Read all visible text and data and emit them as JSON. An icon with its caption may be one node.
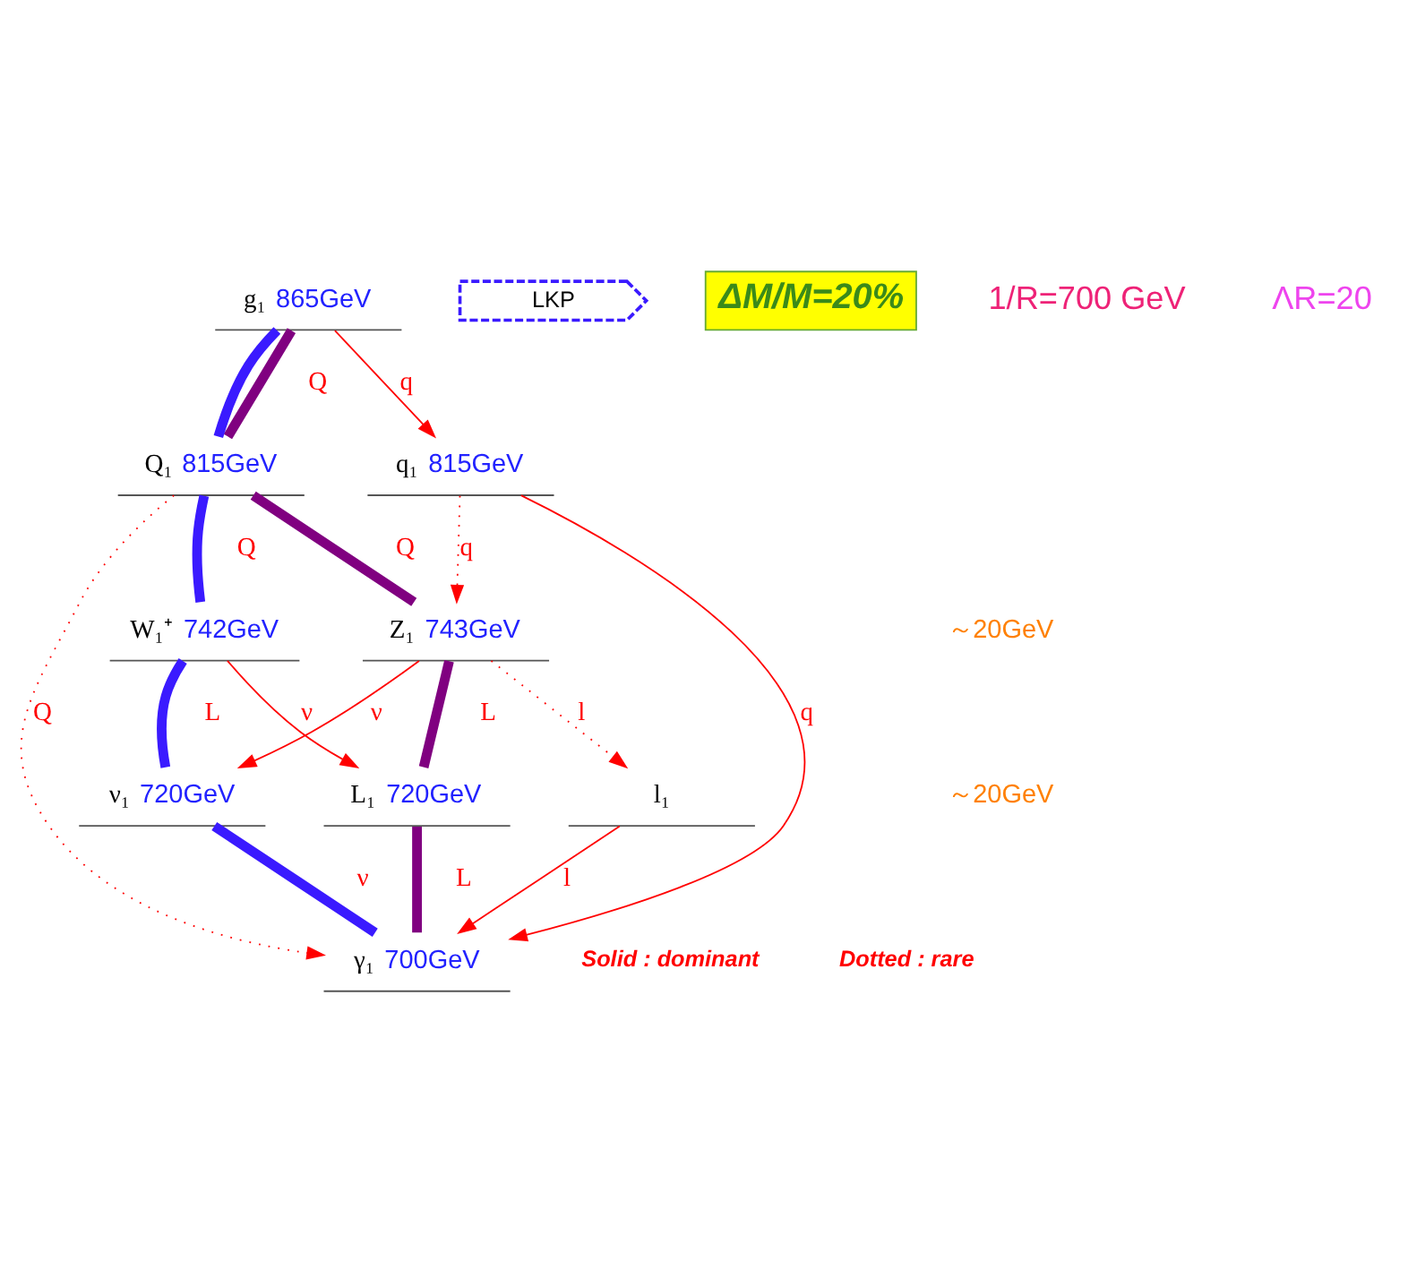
{
  "diagram": {
    "nodes": [
      {
        "text": [
          "g₁",
          "865GeV"
        ]
      },
      {
        "text": [
          "Q₁",
          "815GeV"
        ]
      },
      {
        "text": [
          "q₁",
          "815GeV"
        ]
      },
      {
        "text": [
          "Z₁",
          "743GeV"
        ]
      },
      {
        "text": [
          "W₁⁺",
          "742GeV"
        ]
      },
      {
        "text": [
          "L₁",
          "720GeV"
        ]
      },
      {
        "text": [
          "ν₁",
          "720GeV"
        ]
      },
      {
        "text": [
          "l₁"
        ]
      },
      {
        "text": [
          "γ₁",
          "700GeV"
        ]
      },
      {
        "text": [
          "LKP"
        ]
      },
      {
        "text": [
          "ΔM/M=20%"
        ]
      }
    ],
    "edges": [
      {
        "from": 0,
        "to": 1,
        "arrow": "none",
        "label": "Q",
        "style": "thick",
        "color": "#800080"
      },
      {
        "from": 0,
        "to": 1,
        "arrow": "none",
        "style": "thick",
        "color": "#3a1aff"
      },
      {
        "from": 0,
        "to": 2,
        "arrow": "to",
        "label": "q"
      },
      {
        "from": 1,
        "to": 3,
        "arrow": "none",
        "label": "Q",
        "style": "thick",
        "color": "#800080"
      },
      {
        "from": 1,
        "to": 4,
        "arrow": "none",
        "label": "Q",
        "style": "thick",
        "color": "#3a1aff"
      },
      {
        "from": 1,
        "to": 8,
        "arrow": "to",
        "label": "Q",
        "style": "dashed"
      },
      {
        "from": 2,
        "to": 3,
        "arrow": "to",
        "label": "q",
        "style": "dashed"
      },
      {
        "from": 2,
        "to": 8,
        "arrow": "to",
        "label": "q"
      },
      {
        "from": 3,
        "to": 5,
        "arrow": "none",
        "label": "L",
        "style": "thick",
        "color": "#800080"
      },
      {
        "from": 3,
        "to": 6,
        "arrow": "to",
        "label": "ν"
      },
      {
        "from": 3,
        "to": 7,
        "arrow": "to",
        "label": "l",
        "style": "dashed"
      },
      {
        "from": 4,
        "to": 5,
        "arrow": "to",
        "label": "ν"
      },
      {
        "from": 4,
        "to": 6,
        "arrow": "none",
        "label": "L",
        "style": "thick",
        "color": "#3a1aff"
      },
      {
        "from": 5,
        "to": 8,
        "arrow": "none",
        "label": "L",
        "style": "thick",
        "color": "#800080"
      },
      {
        "from": 6,
        "to": 8,
        "arrow": "none",
        "label": "ν",
        "style": "thick",
        "color": "#3a1aff"
      },
      {
        "from": 7,
        "to": 8,
        "arrow": "to",
        "label": "l"
      }
    ],
    "labels": [
      "1/R=700 GeV",
      "ΛR=20",
      "～20GeV",
      "～20GeV",
      "Solid : dominant",
      "Dotted : rare"
    ]
  }
}
